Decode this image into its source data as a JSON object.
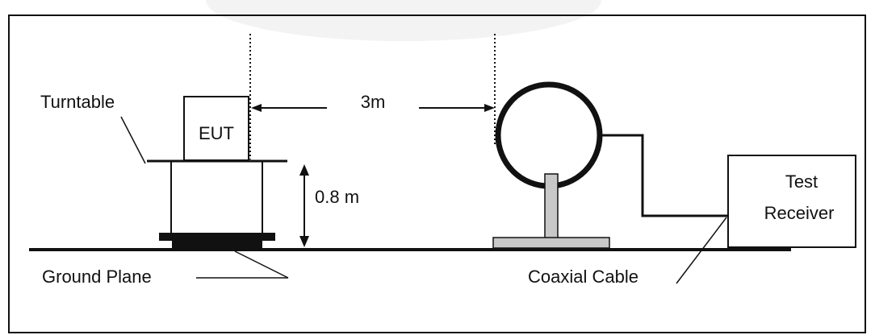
{
  "labels": {
    "turntable": "Turntable",
    "eut": "EUT",
    "distance": "3m",
    "height": "0.8 m",
    "ground_plane": "Ground Plane",
    "coaxial_cable": "Coaxial Cable",
    "test_receiver_line1": "Test",
    "test_receiver_line2": "Receiver"
  },
  "colors": {
    "stroke": "#111111",
    "mast_fill": "#c8c8c8",
    "background_watermark": "#f2f2f2"
  }
}
